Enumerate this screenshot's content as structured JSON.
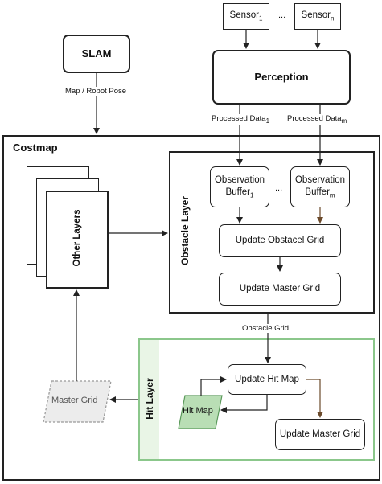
{
  "sensors": {
    "first": "Sensor",
    "first_sub": "1",
    "ellipsis": "...",
    "last": "Sensor",
    "last_sub": "n"
  },
  "slam": "SLAM",
  "perception": "Perception",
  "edge_labels": {
    "map_pose": "Map / Robot Pose",
    "processed_1": "Processed Data",
    "processed_1_sub": "1",
    "processed_m": "Processed Data",
    "processed_m_sub": "m",
    "obstacle_grid": "Obstacle Grid"
  },
  "costmap": "Costmap",
  "other_layers": "Other Layers",
  "obstacle_layer": {
    "title": "Obstacle Layer",
    "buffer_1": "Observation Buffer",
    "buffer_1_sub": "1",
    "buffer_ellipsis": "...",
    "buffer_m": "Observation Buffer",
    "buffer_m_sub": "m",
    "update_obstacle": "Update Obstacel Grid",
    "update_master": "Update Master Grid"
  },
  "hit_layer": {
    "title": "Hit Layer",
    "update_hit_map": "Update Hit Map",
    "hit_map": "Hit Map",
    "update_master": "Update Master Grid"
  },
  "master_grid": "Master Grid",
  "colors": {
    "hit_layer_border": "#8bc78b",
    "hit_layer_fill": "#e9f5e6",
    "hit_map_fill": "#b9deb5",
    "master_grid_fill": "#ececec"
  }
}
